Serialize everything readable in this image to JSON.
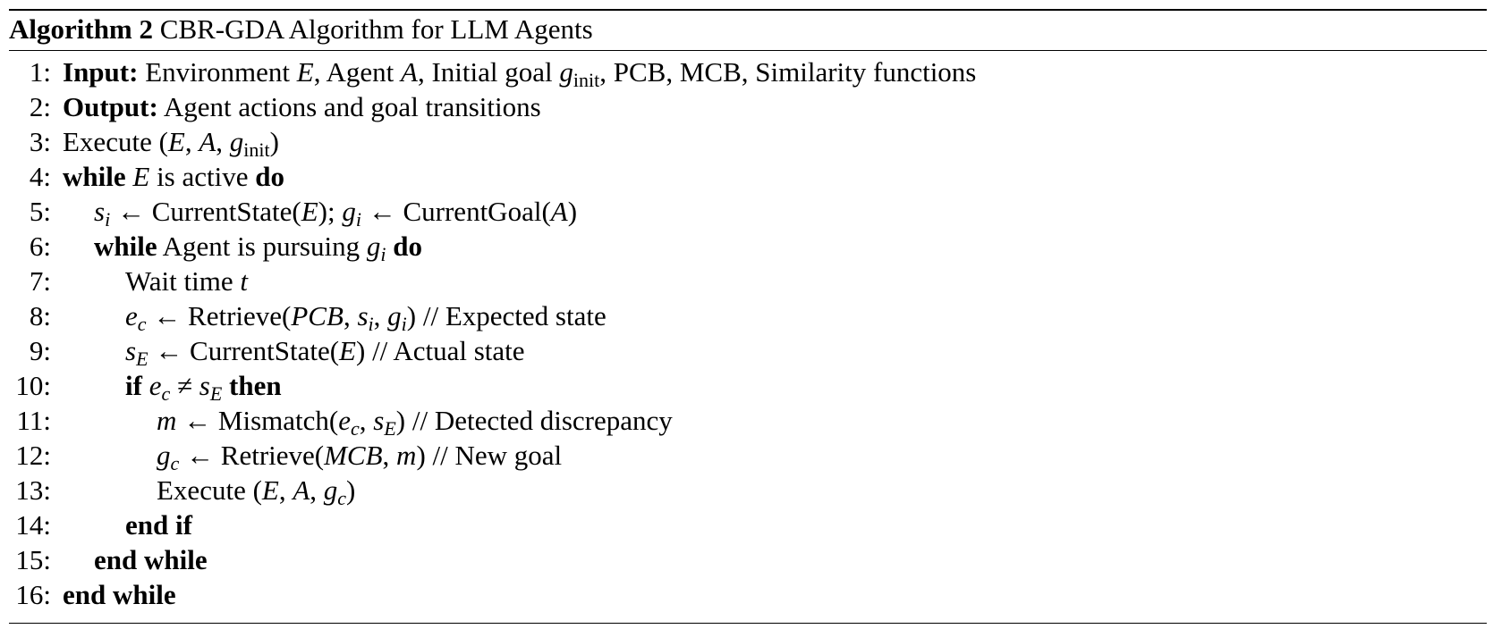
{
  "algorithm": {
    "label": "Algorithm 2",
    "title": "CBR-GDA Algorithm for LLM Agents"
  },
  "lines": [
    {
      "num": "1:",
      "kw": "Input:",
      "rest": " Environment E, Agent A, Initial goal g_init, PCB, MCB, Similarity functions"
    },
    {
      "num": "2:",
      "kw": "Output:",
      "rest": " Agent actions and goal transitions"
    },
    {
      "num": "3:",
      "text": "Execute (E, A, g_init)"
    },
    {
      "num": "4:",
      "text": "while E is active do"
    },
    {
      "num": "5:",
      "text": "s_i ← CurrentState(E); g_i ← CurrentGoal(A)"
    },
    {
      "num": "6:",
      "text": "while Agent is pursuing g_i do"
    },
    {
      "num": "7:",
      "text": "Wait time t"
    },
    {
      "num": "8:",
      "text": "e_c ← Retrieve(PCB, s_i, g_i) // Expected state"
    },
    {
      "num": "9:",
      "text": "s_E ← CurrentState(E) // Actual state"
    },
    {
      "num": "10:",
      "text": "if e_c ≠ s_E then"
    },
    {
      "num": "11:",
      "text": "m ← Mismatch(e_c, s_E) // Detected discrepancy"
    },
    {
      "num": "12:",
      "text": "g_c ← Retrieve(MCB, m) // New goal"
    },
    {
      "num": "13:",
      "text": "Execute (E, A, g_c)"
    },
    {
      "num": "14:",
      "text": "end if"
    },
    {
      "num": "15:",
      "text": "end while"
    },
    {
      "num": "16:",
      "text": "end while"
    }
  ],
  "tokens": {
    "input_kw": "Input:",
    "input_t1": " Environment ",
    "E": "E",
    "A": "A",
    "g": "g",
    "init": "init",
    "input_t2": ", Agent ",
    "input_t3": ", Initial goal ",
    "input_t4": ", PCB, MCB, Similarity functions",
    "output_kw": "Output:",
    "output_rest": " Agent actions and goal transitions",
    "execute": "Execute ",
    "lp": "(",
    "rp": ")",
    "comma": ", ",
    "while_kw": "while",
    "do_kw": "do",
    "is_active": " is active ",
    "s": "s",
    "i": "i",
    "arrow": " ← ",
    "current_state": "CurrentState",
    "current_goal": "CurrentGoal",
    "semicolon": "; ",
    "agent_pursuing": " Agent is pursuing ",
    "wait_time": "Wait time ",
    "t": "t",
    "e": "e",
    "c": "c",
    "retrieve": "Retrieve",
    "PCB": "PCB",
    "MCB": "MCB",
    "comment_expected": " // Expected state",
    "comment_actual": " // Actual state",
    "if_kw": "if",
    "then_kw": "then",
    "neq": " ≠ ",
    "m": "m",
    "mismatch": "Mismatch",
    "comment_discrepancy": " // Detected discrepancy",
    "comment_newgoal": " // New goal",
    "end_if": "end if",
    "end_while": "end while",
    "space": " "
  }
}
